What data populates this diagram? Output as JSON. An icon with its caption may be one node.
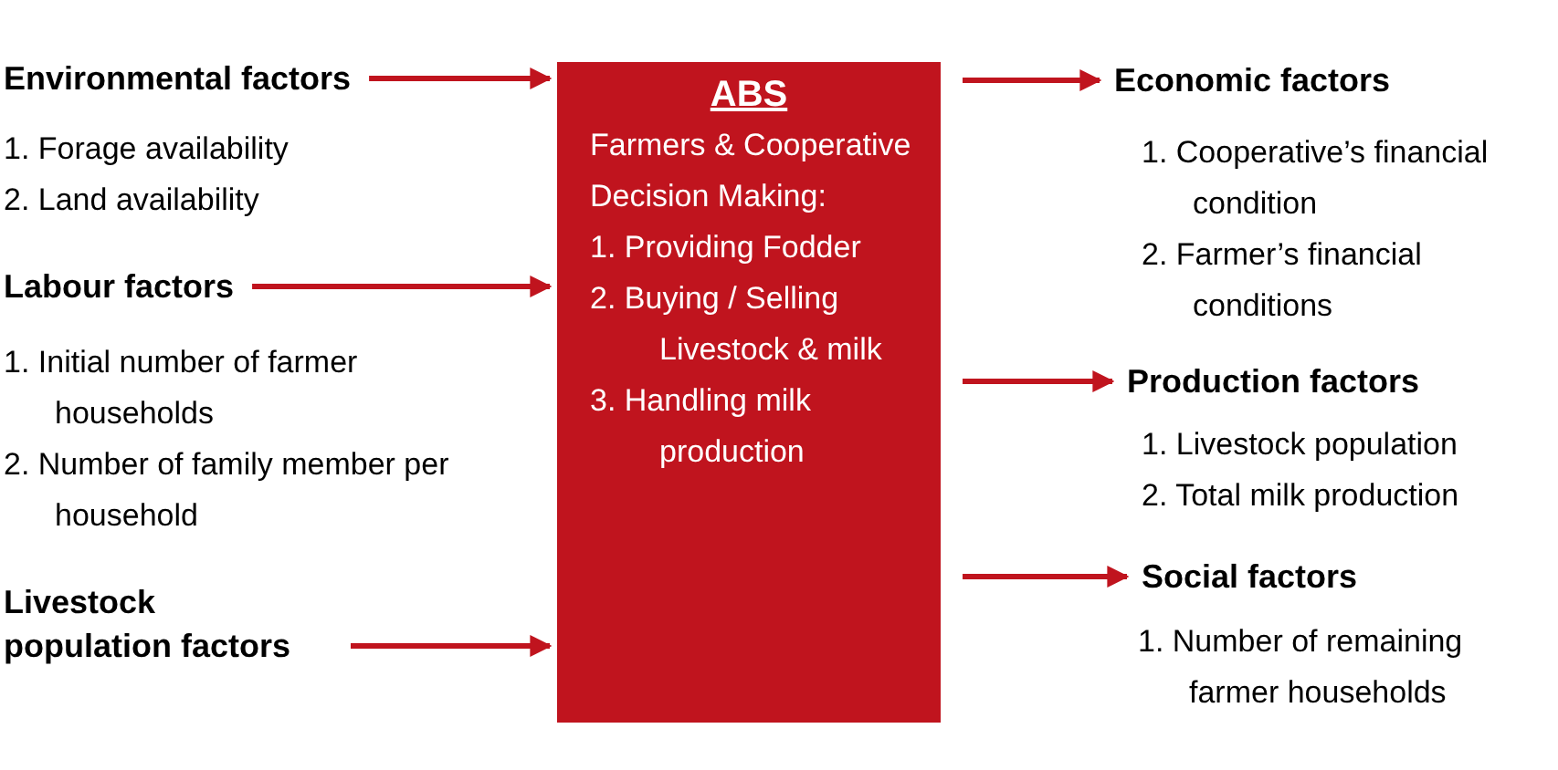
{
  "diagram": {
    "nodes": [
      {
        "text": [
          "Environmental factors"
        ],
        "beside": [
          "1. Forage availability",
          "2. Land availability"
        ]
      },
      {
        "text": [
          "Labour factors"
        ],
        "beside": [
          "1. Initial number of farmer households",
          "2. Number of family member per household"
        ]
      },
      {
        "text": [
          "Livestock population factors"
        ]
      },
      {
        "text": [
          "ABS",
          "Farmers & Cooperative Decision Making:",
          "1. Providing Fodder",
          "2. Buying / Selling Livestock & milk",
          "3. Handling milk production"
        ]
      },
      {
        "text": [
          "Economic factors"
        ],
        "beside": [
          "1. Cooperative’s financial condition",
          "2. Farmer’s financial conditions"
        ]
      },
      {
        "text": [
          "Production factors"
        ],
        "beside": [
          "1. Livestock population",
          "2. Total milk production"
        ]
      },
      {
        "text": [
          "Social factors"
        ],
        "beside": [
          "1. Number of remaining farmer households"
        ]
      }
    ],
    "edges": [
      {
        "from": 0,
        "to": 3,
        "arrow": "to"
      },
      {
        "from": 1,
        "to": 3,
        "arrow": "to"
      },
      {
        "from": 2,
        "to": 3,
        "arrow": "to"
      },
      {
        "from": 3,
        "to": 4,
        "arrow": "to"
      },
      {
        "from": 3,
        "to": 5,
        "arrow": "to"
      },
      {
        "from": 3,
        "to": 6,
        "arrow": "to"
      }
    ]
  }
}
